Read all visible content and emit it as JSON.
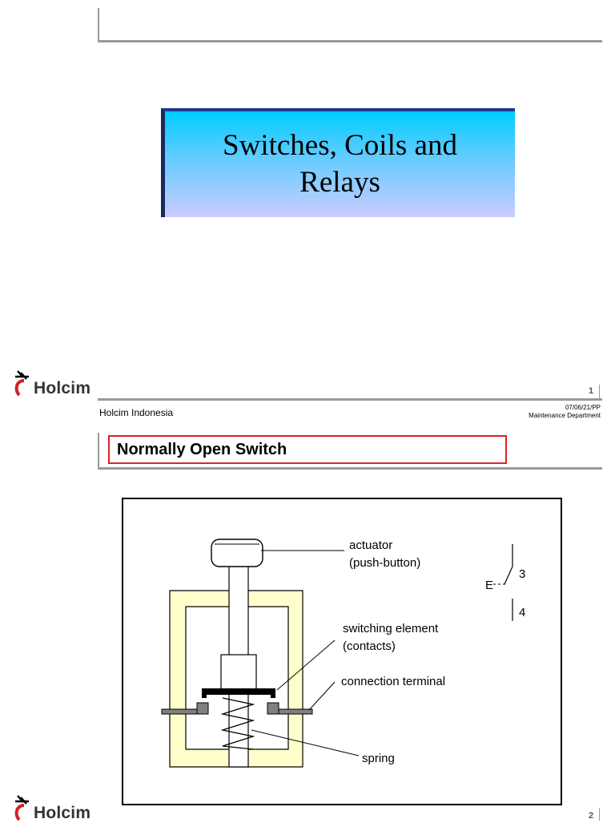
{
  "slide1": {
    "title": "Switches, Coils and Relays",
    "logo_text": "Holcim",
    "page_number": "1",
    "footer_left": "Holcim Indonesia",
    "footer_right_line1": "07/06/21/PP",
    "footer_right_line2": "Maintenance Department"
  },
  "slide2": {
    "heading": "Normally Open Switch",
    "logo_text": "Holcim",
    "page_number": "2",
    "diagram": {
      "label_actuator_1": "actuator",
      "label_actuator_2": "(push-button)",
      "label_switching_1": "switching element",
      "label_switching_2": "(contacts)",
      "label_terminal": "connection terminal",
      "label_spring": "spring",
      "symbol_e": "E",
      "symbol_3": "3",
      "symbol_4": "4"
    }
  },
  "colors": {
    "title_gradient_top": "#00ccff",
    "title_gradient_bottom": "#ccccff",
    "title_border": "#1a3a8c",
    "heading_border": "#e0202a",
    "logo_red": "#d0202a",
    "rule_gray": "#9a9a9a",
    "housing_fill": "#ffffcc"
  }
}
